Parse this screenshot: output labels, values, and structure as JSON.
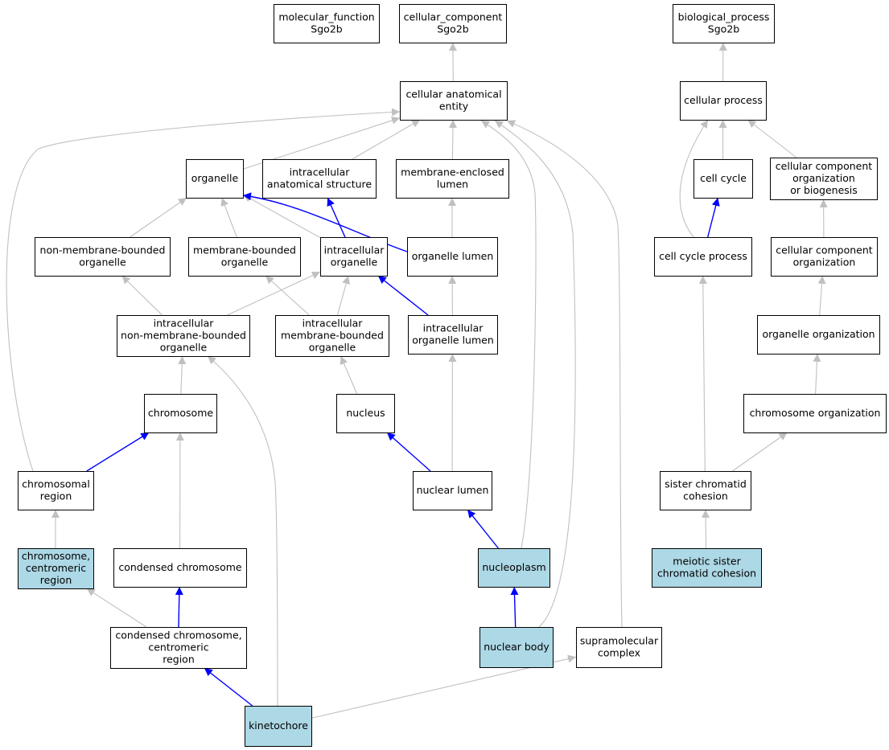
{
  "colors": {
    "normal_fill": "#ffffff",
    "highlight_fill": "#add8e6",
    "gray_edge": "#c0c0c0",
    "blue_edge": "#0000ff"
  },
  "nodes": [
    {
      "id": "molecular_function",
      "lines": [
        "molecular_function",
        "Sgo2b"
      ],
      "highlight": false
    },
    {
      "id": "cellular_component",
      "lines": [
        "cellular_component",
        "Sgo2b"
      ],
      "highlight": false
    },
    {
      "id": "biological_process",
      "lines": [
        "biological_process",
        "Sgo2b"
      ],
      "highlight": false
    },
    {
      "id": "cellular_anatomical_entity",
      "lines": [
        "cellular anatomical",
        "entity"
      ],
      "highlight": false
    },
    {
      "id": "cellular_process",
      "lines": [
        "cellular process"
      ],
      "highlight": false
    },
    {
      "id": "organelle",
      "lines": [
        "organelle"
      ],
      "highlight": false
    },
    {
      "id": "intracellular_anatomical_structure",
      "lines": [
        "intracellular",
        "anatomical structure"
      ],
      "highlight": false
    },
    {
      "id": "membrane_enclosed_lumen",
      "lines": [
        "membrane-enclosed",
        "lumen"
      ],
      "highlight": false
    },
    {
      "id": "cell_cycle",
      "lines": [
        "cell cycle"
      ],
      "highlight": false
    },
    {
      "id": "ccob",
      "lines": [
        "cellular component",
        "organization",
        "or biogenesis"
      ],
      "highlight": false
    },
    {
      "id": "non_membrane_bounded_organelle",
      "lines": [
        "non-membrane-bounded",
        "organelle"
      ],
      "highlight": false
    },
    {
      "id": "membrane_bounded_organelle",
      "lines": [
        "membrane-bounded",
        "organelle"
      ],
      "highlight": false
    },
    {
      "id": "intracellular_organelle",
      "lines": [
        "intracellular",
        "organelle"
      ],
      "highlight": false
    },
    {
      "id": "organelle_lumen",
      "lines": [
        "organelle lumen"
      ],
      "highlight": false
    },
    {
      "id": "cell_cycle_process",
      "lines": [
        "cell cycle process"
      ],
      "highlight": false
    },
    {
      "id": "cellular_component_organization",
      "lines": [
        "cellular component",
        "organization"
      ],
      "highlight": false
    },
    {
      "id": "intracellular_nmbo",
      "lines": [
        "intracellular",
        "non-membrane-bounded",
        "organelle"
      ],
      "highlight": false
    },
    {
      "id": "intracellular_mbo",
      "lines": [
        "intracellular",
        "membrane-bounded",
        "organelle"
      ],
      "highlight": false
    },
    {
      "id": "intracellular_organelle_lumen",
      "lines": [
        "intracellular",
        "organelle lumen"
      ],
      "highlight": false
    },
    {
      "id": "organelle_organization",
      "lines": [
        "organelle organization"
      ],
      "highlight": false
    },
    {
      "id": "chromosome",
      "lines": [
        "chromosome"
      ],
      "highlight": false
    },
    {
      "id": "nucleus",
      "lines": [
        "nucleus"
      ],
      "highlight": false
    },
    {
      "id": "chromosome_organization",
      "lines": [
        "chromosome organization"
      ],
      "highlight": false
    },
    {
      "id": "chromosomal_region",
      "lines": [
        "chromosomal",
        "region"
      ],
      "highlight": false
    },
    {
      "id": "nuclear_lumen",
      "lines": [
        "nuclear lumen"
      ],
      "highlight": false
    },
    {
      "id": "sister_chromatid_cohesion",
      "lines": [
        "sister chromatid",
        "cohesion"
      ],
      "highlight": false
    },
    {
      "id": "chromosome_centromeric_region",
      "lines": [
        "chromosome,",
        "centromeric",
        "region"
      ],
      "highlight": true
    },
    {
      "id": "condensed_chromosome",
      "lines": [
        "condensed chromosome"
      ],
      "highlight": false
    },
    {
      "id": "nucleoplasm",
      "lines": [
        "nucleoplasm"
      ],
      "highlight": true
    },
    {
      "id": "meiotic_sister_chromatid_cohesion",
      "lines": [
        "meiotic sister",
        "chromatid cohesion"
      ],
      "highlight": true
    },
    {
      "id": "condensed_chromosome_centromeric_region",
      "lines": [
        "condensed chromosome,",
        "centromeric",
        "region"
      ],
      "highlight": false
    },
    {
      "id": "nuclear_body",
      "lines": [
        "nuclear body"
      ],
      "highlight": true
    },
    {
      "id": "supramolecular_complex",
      "lines": [
        "supramolecular",
        "complex"
      ],
      "highlight": false
    },
    {
      "id": "kinetochore",
      "lines": [
        "kinetochore"
      ],
      "highlight": true
    }
  ],
  "edges": [
    {
      "from": "cellular_anatomical_entity",
      "to": "cellular_component",
      "kind": "gray"
    },
    {
      "from": "cellular_process",
      "to": "biological_process",
      "kind": "gray"
    },
    {
      "from": "organelle",
      "to": "cellular_anatomical_entity",
      "kind": "gray"
    },
    {
      "from": "intracellular_anatomical_structure",
      "to": "cellular_anatomical_entity",
      "kind": "gray"
    },
    {
      "from": "membrane_enclosed_lumen",
      "to": "cellular_anatomical_entity",
      "kind": "gray"
    },
    {
      "from": "chromosomal_region",
      "to": "cellular_anatomical_entity",
      "kind": "gray"
    },
    {
      "from": "nucleoplasm",
      "to": "cellular_anatomical_entity",
      "kind": "gray"
    },
    {
      "from": "nuclear_body",
      "to": "cellular_anatomical_entity",
      "kind": "gray"
    },
    {
      "from": "supramolecular_complex",
      "to": "cellular_anatomical_entity",
      "kind": "gray"
    },
    {
      "from": "cell_cycle",
      "to": "cellular_process",
      "kind": "gray"
    },
    {
      "from": "cell_cycle_process",
      "to": "cellular_process",
      "kind": "gray"
    },
    {
      "from": "ccob",
      "to": "cellular_process",
      "kind": "gray"
    },
    {
      "from": "non_membrane_bounded_organelle",
      "to": "organelle",
      "kind": "gray"
    },
    {
      "from": "membrane_bounded_organelle",
      "to": "organelle",
      "kind": "gray"
    },
    {
      "from": "intracellular_organelle",
      "to": "organelle",
      "kind": "gray"
    },
    {
      "from": "organelle_lumen",
      "to": "organelle",
      "kind": "blue"
    },
    {
      "from": "intracellular_organelle",
      "to": "intracellular_anatomical_structure",
      "kind": "blue"
    },
    {
      "from": "organelle_lumen",
      "to": "membrane_enclosed_lumen",
      "kind": "gray"
    },
    {
      "from": "cell_cycle_process",
      "to": "cell_cycle",
      "kind": "blue"
    },
    {
      "from": "cellular_component_organization",
      "to": "ccob",
      "kind": "gray"
    },
    {
      "from": "intracellular_nmbo",
      "to": "non_membrane_bounded_organelle",
      "kind": "gray"
    },
    {
      "from": "intracellular_nmbo",
      "to": "intracellular_organelle",
      "kind": "gray"
    },
    {
      "from": "intracellular_mbo",
      "to": "membrane_bounded_organelle",
      "kind": "gray"
    },
    {
      "from": "intracellular_mbo",
      "to": "intracellular_organelle",
      "kind": "gray"
    },
    {
      "from": "intracellular_organelle_lumen",
      "to": "intracellular_organelle",
      "kind": "blue"
    },
    {
      "from": "intracellular_organelle_lumen",
      "to": "organelle_lumen",
      "kind": "gray"
    },
    {
      "from": "organelle_organization",
      "to": "cellular_component_organization",
      "kind": "gray"
    },
    {
      "from": "chromosome",
      "to": "intracellular_nmbo",
      "kind": "gray"
    },
    {
      "from": "kinetochore",
      "to": "intracellular_nmbo",
      "kind": "gray"
    },
    {
      "from": "nucleus",
      "to": "intracellular_mbo",
      "kind": "gray"
    },
    {
      "from": "nuclear_lumen",
      "to": "intracellular_organelle_lumen",
      "kind": "gray"
    },
    {
      "from": "chromosome_organization",
      "to": "organelle_organization",
      "kind": "gray"
    },
    {
      "from": "chromosomal_region",
      "to": "chromosome",
      "kind": "blue"
    },
    {
      "from": "condensed_chromosome",
      "to": "chromosome",
      "kind": "gray"
    },
    {
      "from": "nuclear_lumen",
      "to": "nucleus",
      "kind": "blue"
    },
    {
      "from": "sister_chromatid_cohesion",
      "to": "chromosome_organization",
      "kind": "gray"
    },
    {
      "from": "sister_chromatid_cohesion",
      "to": "cell_cycle_process",
      "kind": "gray"
    },
    {
      "from": "chromosome_centromeric_region",
      "to": "chromosomal_region",
      "kind": "gray"
    },
    {
      "from": "nucleoplasm",
      "to": "nuclear_lumen",
      "kind": "blue"
    },
    {
      "from": "meiotic_sister_chromatid_cohesion",
      "to": "sister_chromatid_cohesion",
      "kind": "gray"
    },
    {
      "from": "condensed_chromosome_centromeric_region",
      "to": "chromosome_centromeric_region",
      "kind": "gray"
    },
    {
      "from": "condensed_chromosome_centromeric_region",
      "to": "condensed_chromosome",
      "kind": "blue"
    },
    {
      "from": "nuclear_body",
      "to": "nucleoplasm",
      "kind": "blue"
    },
    {
      "from": "kinetochore",
      "to": "condensed_chromosome_centromeric_region",
      "kind": "blue"
    },
    {
      "from": "kinetochore",
      "to": "supramolecular_complex",
      "kind": "gray"
    }
  ]
}
